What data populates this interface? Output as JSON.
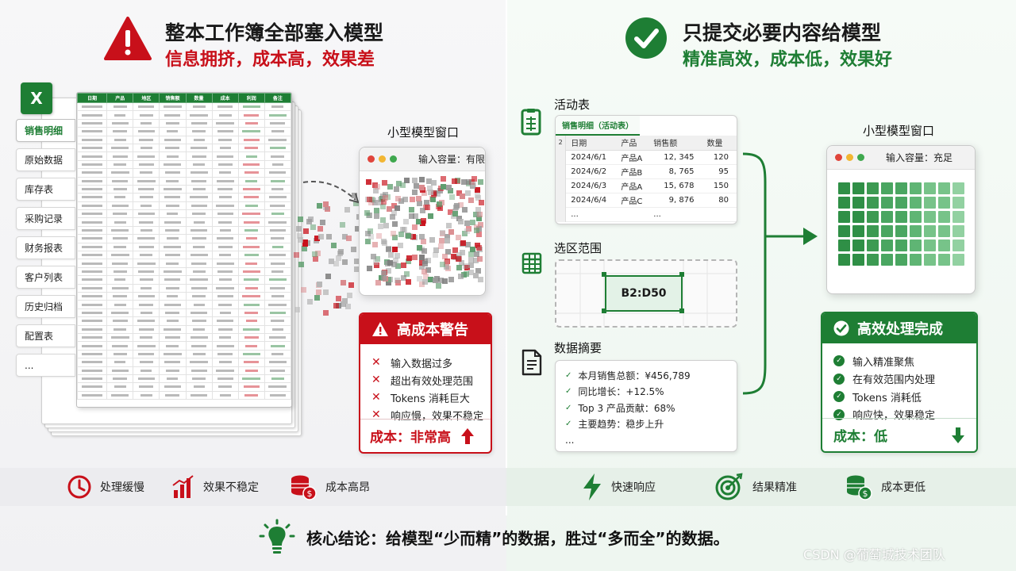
{
  "left": {
    "title": "整本工作簿全部塞入模型",
    "subtitle": "信息拥挤，成本高，效果差",
    "excel_logo": "X",
    "sheet_tabs": [
      "销售明细",
      "原始数据",
      "库存表",
      "采购记录",
      "财务报表",
      "客户列表",
      "历史归档",
      "配置表",
      "..."
    ],
    "mini_headers": [
      "日期",
      "产品",
      "地区",
      "销售额",
      "数量",
      "成本",
      "利润",
      "备注"
    ],
    "window_label": "小型模型窗口",
    "window_capacity": "输入容量：有限",
    "warning": {
      "title": "高成本警告",
      "items": [
        "输入数据过多",
        "超出有效处理范围",
        "Tokens 消耗巨大",
        "响应慢，效果不稳定"
      ],
      "cost": "成本：非常高"
    },
    "bottom": [
      "处理缓慢",
      "效果不稳定",
      "成本高昂"
    ]
  },
  "right": {
    "title": "只提交必要内容给模型",
    "subtitle": "精准高效，成本低，效果好",
    "active_label": "活动表",
    "active_tab": "销售明细（活动表）",
    "table_headers": [
      "日期",
      "产品",
      "销售额",
      "数量"
    ],
    "table_row_number": "2",
    "table_rows": [
      [
        "2024/6/1",
        "产品A",
        "12, 345",
        "120"
      ],
      [
        "2024/6/2",
        "产品B",
        "8, 765",
        "95"
      ],
      [
        "2024/6/3",
        "产品A",
        "15, 678",
        "150"
      ],
      [
        "2024/6/4",
        "产品C",
        "9, 876",
        "80"
      ]
    ],
    "table_ellipsis": "...",
    "range_label": "选区范围",
    "range_value": "B2:D50",
    "summary_label": "数据摘要",
    "summary_items": [
      "本月销售总额：¥456,789",
      "同比增长：+12.5%",
      "Top 3 产品贡献：68%",
      "主要趋势：稳步上升",
      "..."
    ],
    "window_label": "小型模型窗口",
    "window_capacity": "输入容量：充足",
    "done": {
      "title": "高效处理完成",
      "items": [
        "输入精准聚焦",
        "在有效范围内处理",
        "Tokens 消耗低",
        "响应快，效果稳定"
      ],
      "cost": "成本：低"
    },
    "bottom": [
      "快速响应",
      "结果精准",
      "成本更低"
    ]
  },
  "conclusion": "核心结论：给模型“少而精”的数据，胜过“多而全”的数据。",
  "watermark": "CSDN @葡萄城技术团队",
  "colors": {
    "red": "#c8101a",
    "green": "#1e7e34"
  }
}
